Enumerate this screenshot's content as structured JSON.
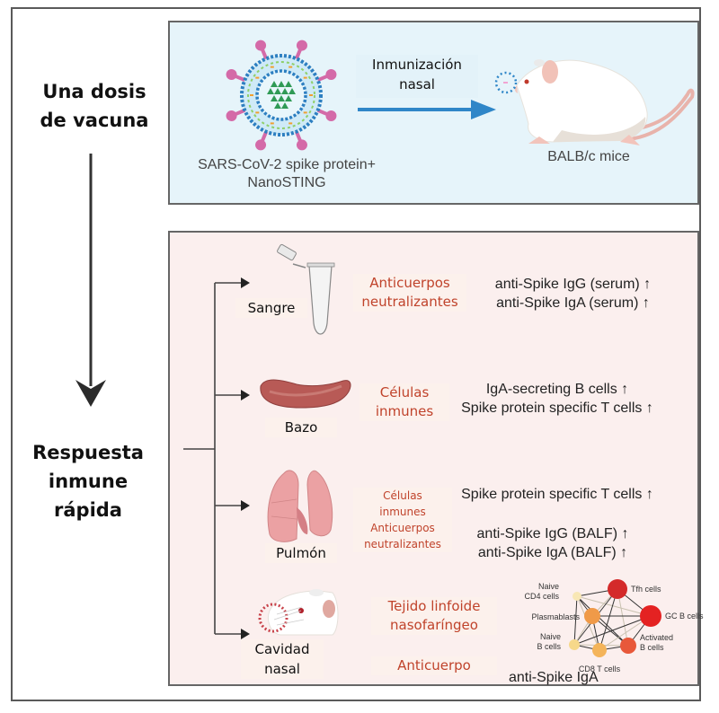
{
  "side": {
    "top_title": [
      "Una dosis",
      "de vacuna"
    ],
    "bottom_title": [
      "Respuesta",
      "inmune",
      "rápida"
    ]
  },
  "top_panel": {
    "vaccine_caption": [
      "SARS-CoV-2 spike protein+",
      "NanoSTING"
    ],
    "route_label": [
      "Inmunización",
      "nasal"
    ],
    "mouse_caption": "BALB/c mice"
  },
  "branches": [
    {
      "organ": [
        "Sangre"
      ],
      "icon": "microtube-icon",
      "category": [
        "Anticuerpos",
        "neutralizantes"
      ],
      "results": [
        "anti-Spike IgG (serum) ↑",
        "anti-Spike IgA (serum) ↑"
      ]
    },
    {
      "organ": [
        "Bazo"
      ],
      "icon": "spleen-icon",
      "category": [
        "Células",
        "inmunes"
      ],
      "results": [
        "IgA-secreting B cells ↑",
        "Spike protein specific T cells ↑"
      ]
    },
    {
      "organ": [
        "Pulmón"
      ],
      "icon": "lungs-icon",
      "category": [
        "Células",
        "inmunes",
        "Anticuerpos",
        "neutralizantes"
      ],
      "results": [
        "Spike protein specific T cells ↑",
        "anti-Spike IgG (BALF) ↑",
        "anti-Spike IgA (BALF) ↑"
      ]
    },
    {
      "organ": [
        "Cavidad",
        "nasal"
      ],
      "icon": "mouse-nose-icon",
      "category": [
        "Tejido linfoide",
        "nasofaríngeo"
      ],
      "category2": [
        "Anticuerpo"
      ],
      "results": [
        "anti-Spike IgA"
      ]
    }
  ],
  "network": {
    "nodes": [
      {
        "id": "naive_cd4",
        "label": [
          "Naive",
          "CD4 cells"
        ],
        "color": "#f8e7b5"
      },
      {
        "id": "tfh",
        "label": [
          "Tfh cells"
        ],
        "color": "#d42a2a"
      },
      {
        "id": "plasmablasts",
        "label": [
          "Plasmablasts"
        ],
        "color": "#f09a48"
      },
      {
        "id": "gcb",
        "label": [
          "GC B cells"
        ],
        "color": "#e42222"
      },
      {
        "id": "naive_b",
        "label": [
          "Naive",
          "B cells"
        ],
        "color": "#f6d88a"
      },
      {
        "id": "activated_b",
        "label": [
          "Activated",
          "B cells"
        ],
        "color": "#e8583a"
      },
      {
        "id": "cd8t",
        "label": [
          "CD8 T cells"
        ],
        "color": "#f4b45a"
      }
    ]
  },
  "colors": {
    "top_panel_bg": "#e6f4fa",
    "bottom_panel_bg": "#fbefee",
    "category_text": "#c0432b",
    "arrow_blue": "#2f86c8",
    "spike_magenta": "#d46aa8"
  }
}
